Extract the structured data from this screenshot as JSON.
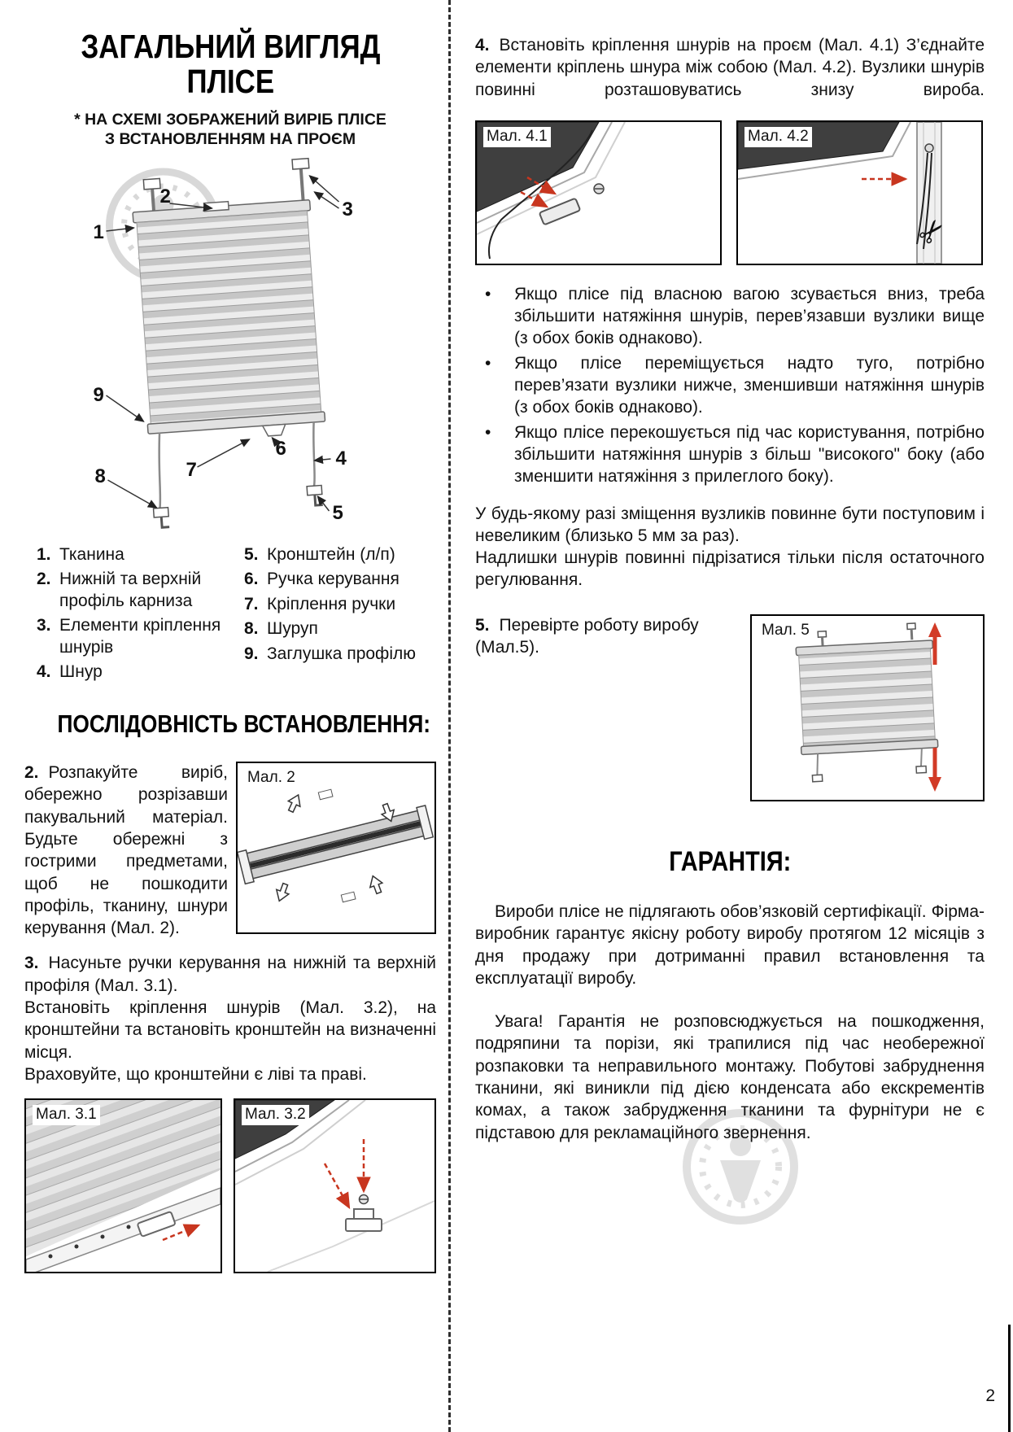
{
  "page": {
    "number": "2"
  },
  "icons": {
    "scissors": "✂"
  },
  "left": {
    "title_line1": "ЗАГАЛЬНИЙ ВИГЛЯД",
    "title_line2": "ПЛІСЕ",
    "subtitle_line1": "* НА СХЕМІ ЗОБРАЖЕНИЙ ВИРІБ ПЛІСЕ",
    "subtitle_line2": "З ВСТАНОВЛЕННЯМ НА ПРОЄМ",
    "diagram_callouts": [
      "1",
      "2",
      "3",
      "4",
      "5",
      "6",
      "7",
      "8",
      "9"
    ],
    "legend_left": [
      {
        "num": "1.",
        "text": "Тканина"
      },
      {
        "num": "2.",
        "text": "Нижній та верхній профіль карниза"
      },
      {
        "num": "3.",
        "text": "Елементи кріплення шнурів"
      },
      {
        "num": "4.",
        "text": "Шнур"
      }
    ],
    "legend_right": [
      {
        "num": "5.",
        "text": "Кронштейн (л/п)"
      },
      {
        "num": "6.",
        "text": "Ручка керування"
      },
      {
        "num": "7.",
        "text": "Кріплення ручки"
      },
      {
        "num": "8.",
        "text": "Шуруп"
      },
      {
        "num": "9.",
        "text": "Заглушка профілю"
      }
    ],
    "section_title": "ПОСЛІДОВНІСТЬ ВСТАНОВЛЕННЯ:",
    "step2": {
      "num": "2.",
      "text": "Розпакуйте виріб, обережно розрізавши пакувальний матеріал. Будьте обережні з гострими предметами, щоб не пошкодити профіль, тканину, шнури керування (Мал. 2)."
    },
    "fig2_label": "Мал. 2",
    "step3": {
      "num": "3.",
      "p1": "Насуньте ручки керування на нижній та верхній профіля (Мал. 3.1).",
      "p2": "Встановіть кріплення шнурів (Мал. 3.2), на кронштейни та встановіть кронштейн на визначенні місця.",
      "p3": "Враховуйте, що кронштейни є ліві та праві."
    },
    "fig31_label": "Мал. 3.1",
    "fig32_label": "Мал. 3.2"
  },
  "right": {
    "step4": {
      "num": "4.",
      "text": "Встановіть кріплення шнурів на проєм (Мал. 4.1) З’єднайте елементи кріплень шнура між собою (Мал. 4.2). Вузлики шнурів повинні розташовуватись знизу вироба."
    },
    "fig41_label": "Мал. 4.1",
    "fig42_label": "Мал. 4.2",
    "bullets": [
      "Якщо плісе під власною вагою зсувається вниз, треба збільшити натяжіння шнурів, перев’язавши вузлики вище (з обох боків однаково).",
      "Якщо плісе переміщується надто туго, потрібно перев’язати вузлики нижче, зменшивши натяжіння шнурів (з обох боків однаково).",
      "Якщо плісе перекошується під час користування, потрібно збільшити натяжіння шнурів з більш \"високого\" боку (або зменшити натяжіння з прилеглого боку)."
    ],
    "note1": "У будь-якому разі зміщення вузликів повинне бути поступовим і невеликим (близько 5 мм за раз).",
    "note2": "Надлишки шнурів повинні підрізатися тільки після остаточного регулювання.",
    "step5": {
      "num": "5.",
      "text": "Перевірте роботу виробу (Мал.5)."
    },
    "fig5_label": "Мал. 5",
    "warranty_title": "ГАРАНТІЯ:",
    "warranty_p1": "Вироби плісе не підлягають обов’язковій сертифікації. Фірма-виробник гарантує якісну роботу виробу протягом 12 місяців з дня продажу при дотриманні правил встановлення та експлуатації виробу.",
    "warranty_p2": "Увага! Гарантія не розповсюджується на пошкодження, подряпини та порізи, які трапилися під час необережної розпаковки та неправильного монтажу. Побутові забруднення тканини, які виникли під дією конденсата або екскрементів комах, а також забрудження тканини та фурнітури не є підставою для рекламаційного звернення."
  }
}
